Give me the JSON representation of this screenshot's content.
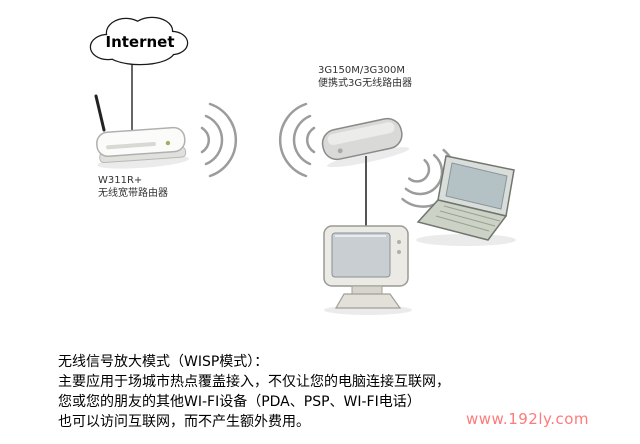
{
  "diagram": {
    "internet_label": "Internet",
    "router": {
      "label_line1": "W311R+",
      "label_line2": "无线宽带路由器"
    },
    "router3g": {
      "label_line1": "3G150M/3G300M",
      "label_line2": "便携式3G无线路由器"
    }
  },
  "caption": {
    "lines": [
      "无线信号放大模式（WISP模式）：",
      "主要应用于场城市热点覆盖接入，不仅让您的电脑连接互联网，",
      "您或您的朋友的其他WI-FI设备（PDA、PSP、WI-FI电话）",
      "也可以访问互联网，而不产生额外费用。"
    ]
  },
  "watermark": {
    "text": "www.192ly.com"
  },
  "colors": {
    "watermark": "#ff7a7a",
    "wave": "#9c9c9c",
    "outline": "#1a1a1a"
  },
  "icons": {
    "cloud": "internet-cloud-icon",
    "router": "wireless-router-icon",
    "router3g": "portable-3g-router-icon",
    "desktop": "desktop-computer-icon",
    "laptop": "laptop-icon",
    "waves": "wifi-signal-waves-icon"
  }
}
